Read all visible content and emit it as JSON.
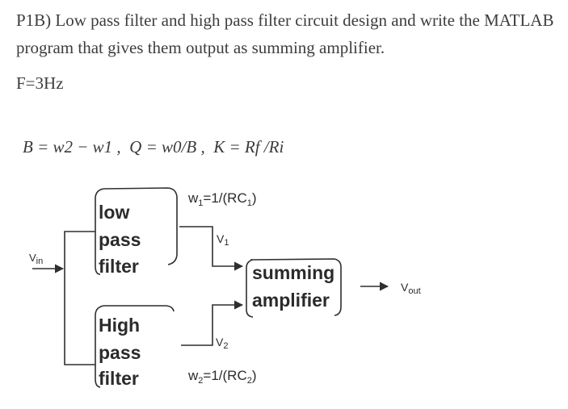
{
  "question": {
    "text": "P1B) Low pass filter and high pass filter circuit design and write the MATLAB program that gives them output as summing amplifier.",
    "frequency": "F=3Hz"
  },
  "formula": {
    "text": "B = w2 − w1 ,  Q = w0/B ,  K = Rf /Ri"
  },
  "diagram": {
    "input_label": "V",
    "input_sub": "in",
    "lpf_lines": [
      "low",
      "pass",
      "filter"
    ],
    "hpf_lines": [
      "High",
      "pass",
      "filter"
    ],
    "summer_lines": [
      "summing",
      "amplifier"
    ],
    "output_label": "V",
    "output_sub": "out",
    "v1_label": "V",
    "v1_sub": "1",
    "v2_label": "V",
    "v2_sub": "2",
    "w1_text": [
      "w",
      "1",
      "=1/(RC",
      "1",
      ")"
    ],
    "w2_text": [
      "w",
      "2",
      "=1/(RC",
      "2",
      ")"
    ]
  }
}
